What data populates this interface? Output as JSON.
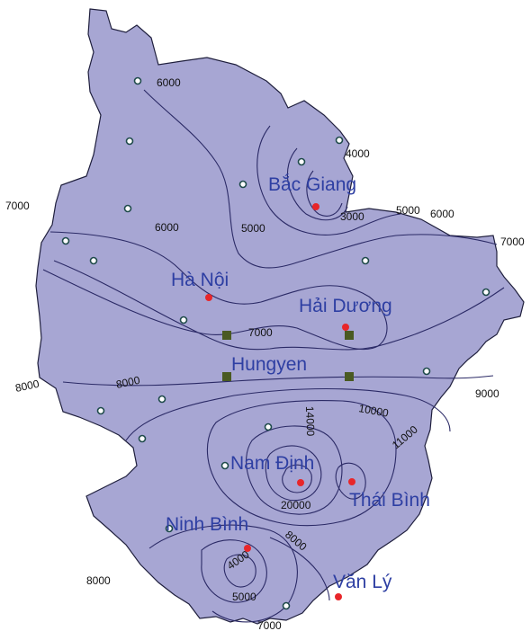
{
  "map": {
    "cities": [
      {
        "name": "Bắc Giang"
      },
      {
        "name": "Hà Nội"
      },
      {
        "name": "Hải Dương"
      },
      {
        "name": "Hungyen"
      },
      {
        "name": "Nam Định"
      },
      {
        "name": "Thái Bình"
      },
      {
        "name": "Ninh Bình"
      },
      {
        "name": "Văn Lý"
      }
    ],
    "contour_labels": [
      "6000",
      "4000",
      "3000",
      "5000",
      "6000",
      "7000",
      "7000",
      "6000",
      "5000",
      "7000",
      "8000",
      "8000",
      "9000",
      "10000",
      "11000",
      "14000",
      "20000",
      "8000",
      "4000",
      "5000",
      "7000",
      "8000"
    ],
    "colors": {
      "region_fill": "#a7a6d3",
      "contour_line": "#2b2a66",
      "city_marker": "#e8262a",
      "city_label": "#2e3fa3",
      "square_marker": "#4a5a22"
    }
  }
}
